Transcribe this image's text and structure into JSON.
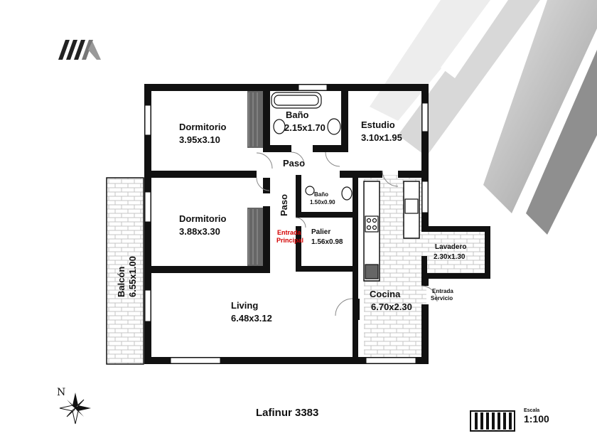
{
  "rooms": {
    "dormitorio1": {
      "name": "Dormitorio",
      "dims": "3.95x3.10"
    },
    "bano1": {
      "name": "Baño",
      "dims": "2.15x1.70"
    },
    "estudio": {
      "name": "Estudio",
      "dims": "3.10x1.95"
    },
    "paso_h": {
      "name": "Paso"
    },
    "paso_v": {
      "name": "Paso"
    },
    "bano2": {
      "name": "Baño",
      "dims": "1.50x0.90"
    },
    "dormitorio2": {
      "name": "Dormitorio",
      "dims": "3.88x3.30"
    },
    "palier": {
      "name": "Palier",
      "dims": "1.56x0.98"
    },
    "lavadero": {
      "name": "Lavadero",
      "dims": "2.30x1.30"
    },
    "balcon": {
      "name": "Balcón",
      "dims": "6.55x1.00"
    },
    "living": {
      "name": "Living",
      "dims": "6.48x3.12"
    },
    "cocina": {
      "name": "Cocina",
      "dims": "6.70x2.30"
    }
  },
  "entrances": {
    "principal": {
      "line1": "Entrada",
      "line2": "Principal"
    },
    "servicio": {
      "line1": "Entrada",
      "line2": "Servicio"
    }
  },
  "address": "Lafinur 3383",
  "scale": {
    "label": "Escala",
    "value": "1:100"
  },
  "compass": {
    "north": "N"
  },
  "colors": {
    "wall": "#111111",
    "accent_red": "#d40000",
    "tile": "#bdbdbd"
  }
}
